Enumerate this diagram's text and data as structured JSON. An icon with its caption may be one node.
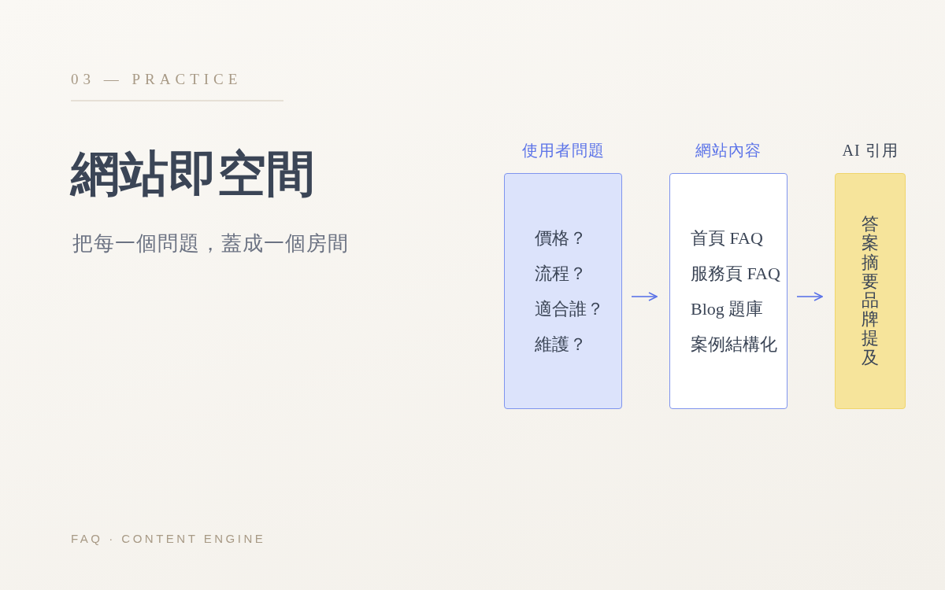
{
  "diagram": {
    "title": "網站即空間",
    "nodes": [
      {
        "text": [
          "使用者問題",
          "價格？",
          "流程？",
          "適合誰？",
          "維護？"
        ]
      },
      {
        "text": [
          "網站內容",
          "首頁 FAQ",
          "服務頁 FAQ",
          "Blog 題庫",
          "案例結構化"
        ]
      },
      {
        "text": [
          "AI 引用",
          "答案摘要品牌提及"
        ]
      }
    ],
    "edges": [
      {
        "from": 0,
        "to": 1,
        "arrow": "to"
      },
      {
        "from": 1,
        "to": 2,
        "arrow": "to"
      }
    ],
    "labels": [
      "03 — PRACTICE",
      "把每一個問題，蓋成一個房間",
      "FAQ · CONTENT ENGINE"
    ]
  }
}
